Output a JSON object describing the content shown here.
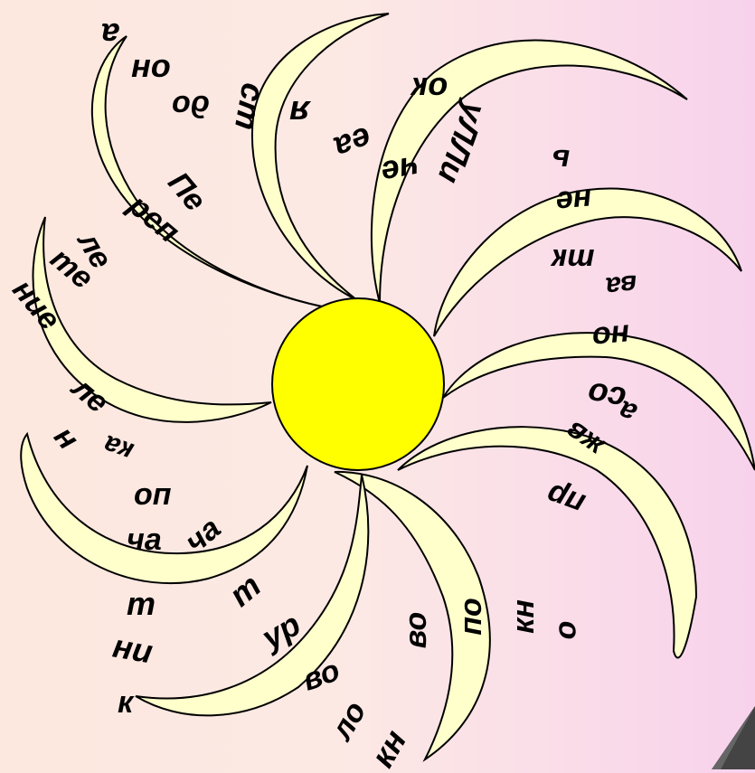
{
  "colors": {
    "petal_fill": "#ffffcc",
    "petal_stroke": "#000000",
    "sun_fill": "#ffff00",
    "text": "#000000"
  },
  "syllables": [
    {
      "id": "a-top",
      "text": "а"
    },
    {
      "id": "on",
      "text": "он"
    },
    {
      "id": "dor",
      "text": "до"
    },
    {
      "id": "st",
      "text": "ст"
    },
    {
      "id": "ya",
      "text": "я"
    },
    {
      "id": "ok",
      "text": "ок"
    },
    {
      "id": "ea",
      "text": "еа"
    },
    {
      "id": "che",
      "text": "че"
    },
    {
      "id": "ulitsa",
      "text": "уЛЛи"
    },
    {
      "id": "soft-sign",
      "text": "ь"
    },
    {
      "id": "pe",
      "text": "Пе"
    },
    {
      "id": "rep",
      "text": "реп"
    },
    {
      "id": "le-1",
      "text": "ле"
    },
    {
      "id": "te",
      "text": "те"
    },
    {
      "id": "nie",
      "text": "ние"
    },
    {
      "id": "ne",
      "text": "не"
    },
    {
      "id": "tk",
      "text": "тк"
    },
    {
      "id": "va",
      "text": "ва"
    },
    {
      "id": "no",
      "text": "но"
    },
    {
      "id": "so",
      "text": "со"
    },
    {
      "id": "a-right",
      "text": "а"
    },
    {
      "id": "zhv",
      "text": "жв"
    },
    {
      "id": "pr",
      "text": "пр"
    },
    {
      "id": "le-2",
      "text": "ле"
    },
    {
      "id": "n",
      "text": "н"
    },
    {
      "id": "ka",
      "text": "ка"
    },
    {
      "id": "op",
      "text": "оп"
    },
    {
      "id": "cha-1",
      "text": "ча"
    },
    {
      "id": "cha-2",
      "text": "ча"
    },
    {
      "id": "t-1",
      "text": "т"
    },
    {
      "id": "t-2",
      "text": "т"
    },
    {
      "id": "ur",
      "text": "ур"
    },
    {
      "id": "vo-1",
      "text": "во"
    },
    {
      "id": "vo-2",
      "text": "во"
    },
    {
      "id": "po",
      "text": "по"
    },
    {
      "id": "kn-1",
      "text": "кн"
    },
    {
      "id": "o",
      "text": "о"
    },
    {
      "id": "ni",
      "text": "ни"
    },
    {
      "id": "k",
      "text": "к"
    },
    {
      "id": "lo",
      "text": "ло"
    },
    {
      "id": "kn-2",
      "text": "кн"
    }
  ]
}
